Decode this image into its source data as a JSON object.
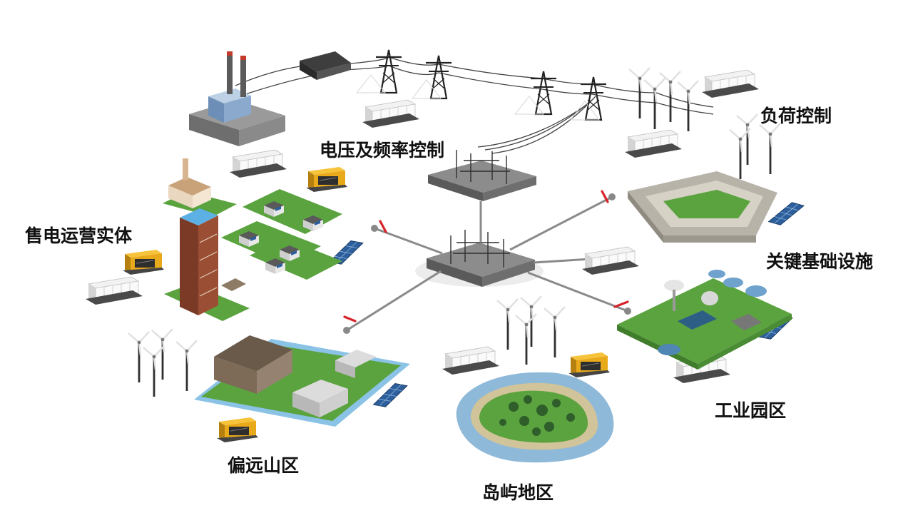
{
  "labels": {
    "voltage_frequency_control": "电压及频率控制",
    "load_control": "负荷控制",
    "retail_operator": "售电运营实体",
    "critical_infrastructure": "关键基础设施",
    "industrial_park": "工业园区",
    "remote_mountain_area": "偏远山区",
    "island_area": "岛屿地区"
  },
  "icons": {
    "generator": "generator-icon",
    "battery_storage": "battery-storage-icon",
    "wind_turbine": "wind-turbine-icon",
    "solar_panel": "solar-panel-icon",
    "substation": "substation-icon",
    "power_plant": "power-plant-icon",
    "transmission_tower": "transmission-tower-icon"
  },
  "colors": {
    "grass": "#5aa33f",
    "generator_yellow": "#e8a91b",
    "connector_gray": "#8a8a8a",
    "switch_red": "#d8232a",
    "water": "#8fb9d8"
  }
}
